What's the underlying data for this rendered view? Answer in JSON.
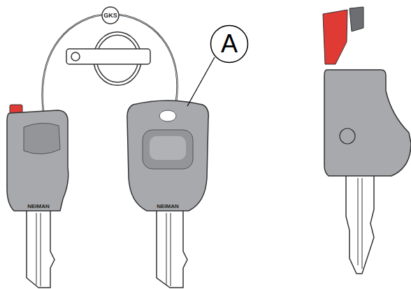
{
  "diagram": {
    "nodes": [
      {
        "text": [
          "A"
        ]
      }
    ],
    "labels": [
      "GKS",
      "NEIMAN",
      "NEIMAN"
    ]
  }
}
